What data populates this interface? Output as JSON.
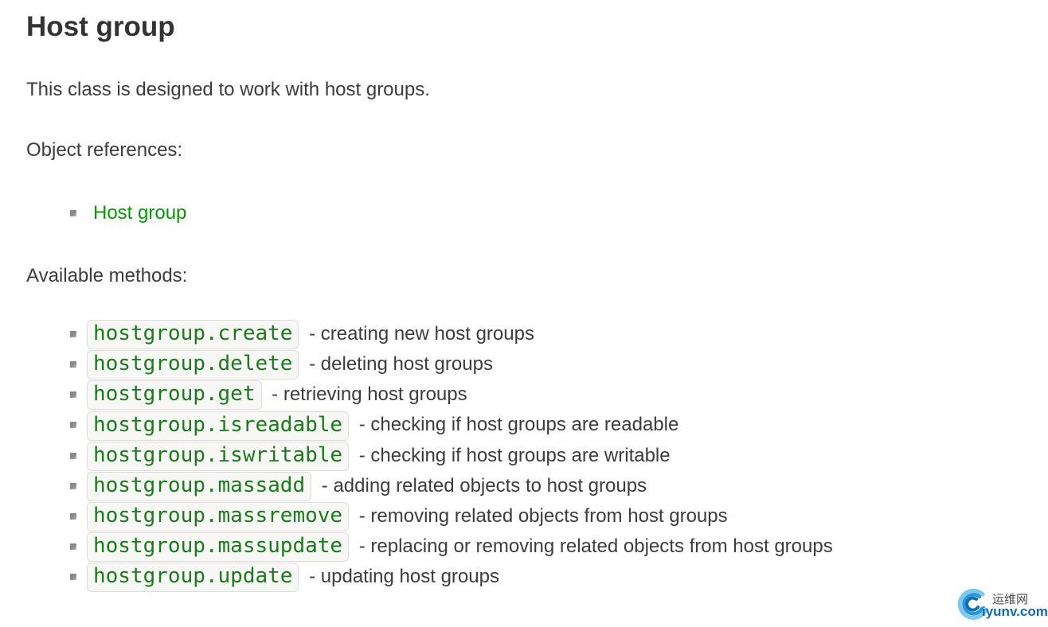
{
  "page": {
    "title": "Host group",
    "intro": "This class is designed to work with host groups.",
    "object_references": {
      "label": "Object references:",
      "links": [
        {
          "label": "Host group"
        }
      ]
    },
    "available_methods": {
      "label": "Available methods:",
      "methods": [
        {
          "code": "hostgroup.create",
          "desc": "- creating new host groups"
        },
        {
          "code": "hostgroup.delete",
          "desc": "- deleting host groups"
        },
        {
          "code": "hostgroup.get",
          "desc": "- retrieving host groups"
        },
        {
          "code": "hostgroup.isreadable",
          "desc": "- checking if host groups are readable"
        },
        {
          "code": "hostgroup.iswritable",
          "desc": "- checking if host groups are writable"
        },
        {
          "code": "hostgroup.massadd",
          "desc": "- adding related objects to host groups"
        },
        {
          "code": "hostgroup.massremove",
          "desc": "- removing related objects from host groups"
        },
        {
          "code": "hostgroup.massupdate",
          "desc": "- replacing or removing related objects from host groups"
        },
        {
          "code": "hostgroup.update",
          "desc": "- updating host groups"
        }
      ]
    }
  },
  "watermark": {
    "site_name": "运维网",
    "site_domain": "iyunv.com"
  },
  "colors": {
    "link_green": "#0a9609",
    "code_green": "#1b7a1b",
    "chip_background": "#f7f7f5",
    "chip_border": "#e0ddd8",
    "body_text": "#3c3c3c",
    "heading_text": "#333333",
    "bullet_gray": "#8a8a8a",
    "watermark_blue": "#1468b3"
  }
}
